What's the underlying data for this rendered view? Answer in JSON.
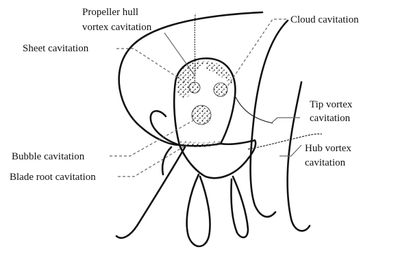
{
  "labels": {
    "propeller_hull_1": "Propeller hull",
    "propeller_hull_2": "vortex cavitation",
    "cloud": "Cloud cavitation",
    "sheet": "Sheet cavitation",
    "tip_1": "Tip vortex",
    "tip_2": "cavitation",
    "hub_1": "Hub vortex",
    "hub_2": "cavitation",
    "bubble": "Bubble cavitation",
    "blade_root": "Blade root cavitation"
  },
  "colors": {
    "ink": "#111111",
    "leader": "#666666",
    "background": "#ffffff"
  }
}
